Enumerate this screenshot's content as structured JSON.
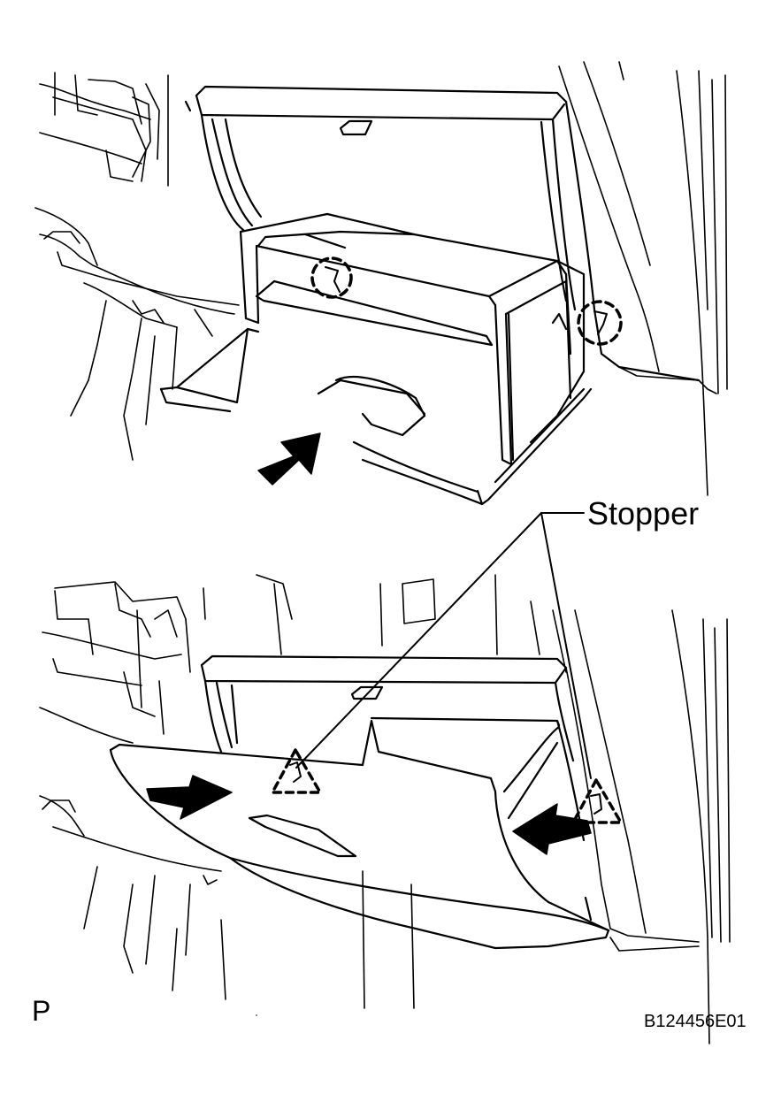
{
  "callout": {
    "stopper": "Stopper"
  },
  "footer": {
    "corner_letter": "P",
    "figure_code": "B124456E01"
  },
  "colors": {
    "line": "#000000",
    "background": "#ffffff"
  },
  "icons": {
    "push_arrow": "arrow-icon",
    "clip_marker": "dashed-circle-icon",
    "stopper_marker": "dashed-triangle-icon"
  }
}
